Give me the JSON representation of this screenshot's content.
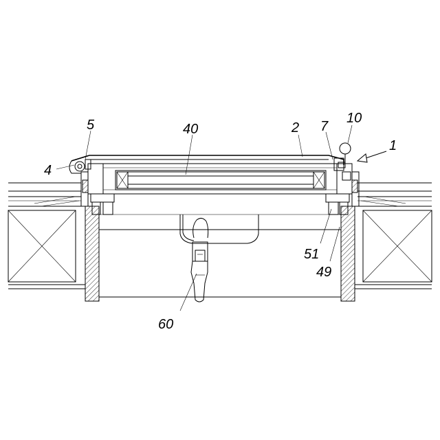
{
  "figure": {
    "labels": [
      {
        "id": "1",
        "text": "1"
      },
      {
        "id": "2",
        "text": "2"
      },
      {
        "id": "4",
        "text": "4"
      },
      {
        "id": "5",
        "text": "5"
      },
      {
        "id": "7",
        "text": "7"
      },
      {
        "id": "10",
        "text": "10"
      },
      {
        "id": "40",
        "text": "40"
      },
      {
        "id": "49",
        "text": "49"
      },
      {
        "id": "51",
        "text": "51"
      },
      {
        "id": "60",
        "text": "60"
      }
    ]
  }
}
